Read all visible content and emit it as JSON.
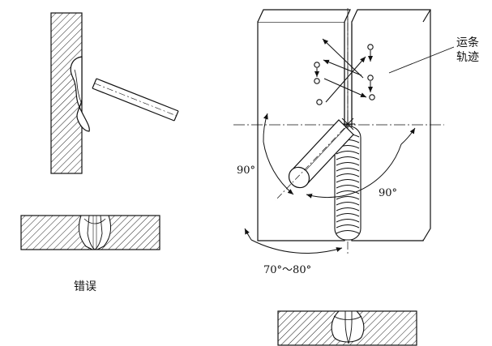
{
  "labels": {
    "error": "错误",
    "trajectory_line1": "运条",
    "trajectory_line2": "轨迹",
    "angle_left": "90°",
    "angle_right": "90°",
    "angle_bottom": "70°～80°"
  }
}
